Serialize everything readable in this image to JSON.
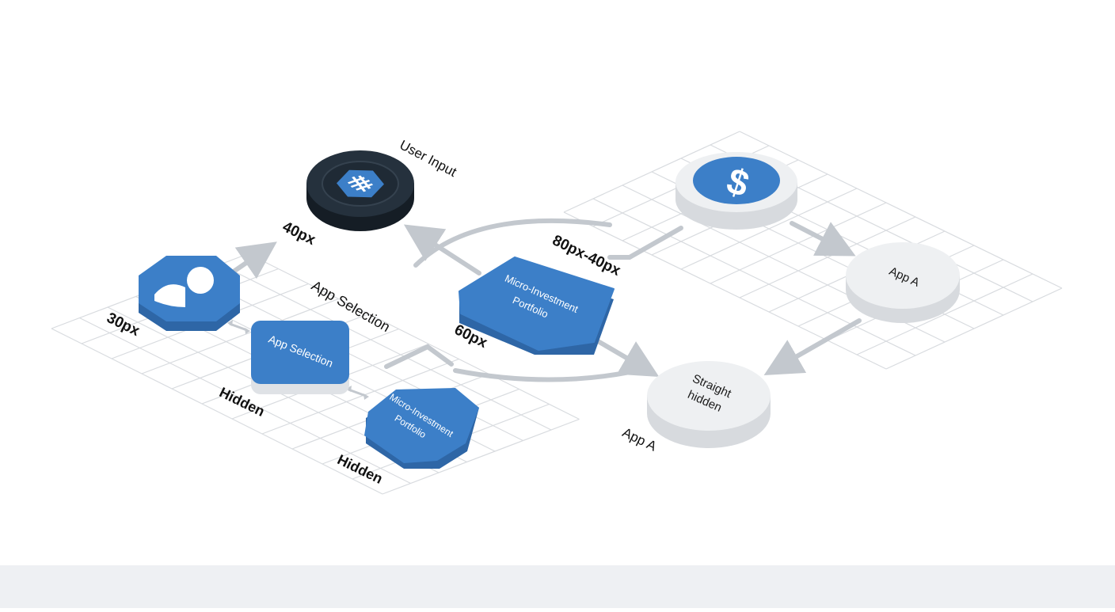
{
  "colors": {
    "blue": "#3c7fc8",
    "blue_side": "#2e66a6",
    "dark": "#1f2a35",
    "gray_node": "#eef0f2",
    "gray_side": "#d7dade",
    "arrow": "#c3c8ce",
    "grid": "#d8dbdf"
  },
  "labels": {
    "user_input": "User Input",
    "dim_40": "40px",
    "dim_30": "30px",
    "app_selection": "App Selection",
    "dim_60": "60px",
    "dim_80_40": "80px-40px",
    "hidden_1": "Hidden",
    "hidden_2": "Hidden",
    "app_a_bottom": "App A"
  },
  "nodes": {
    "app_selection_box": "App Selection",
    "micro_center_line1": "Micro-Investment",
    "micro_center_line2": "Portfolio",
    "micro_small_line1": "Micro-Investment",
    "micro_small_line2": "Portfolio",
    "app_a": "App A",
    "straight_line1": "Straight",
    "straight_line2": "hidden"
  },
  "icons": {
    "user_input": "hexagon-logo-icon",
    "user": "user-icon",
    "dollar": "dollar-icon"
  },
  "dollar_glyph": "$"
}
